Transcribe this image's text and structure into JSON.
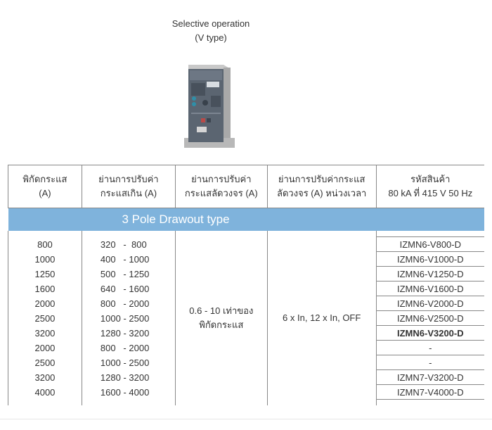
{
  "caption": {
    "line1": "Selective operation",
    "line2": "(V type)"
  },
  "headers": {
    "col1": {
      "line1": "พิกัดกระแส",
      "line2": "(A)"
    },
    "col2": {
      "line1": "ย่านการปรับค่า",
      "line2": "กระแสเกิน (A)"
    },
    "col3": {
      "line1": "ย่านการปรับค่า",
      "line2": "กระแสลัดวงจร (A)"
    },
    "col4": {
      "line1": "ย่านการปรับค่ากระแส",
      "line2": "ลัดวงจร (A) หน่วงเวลา"
    },
    "col5": {
      "line1": "รหัสสินค้า",
      "line2": "80 kA ที่ 415 V 50 Hz"
    }
  },
  "section_title": "3 Pole Drawout type",
  "merged": {
    "short_circuit": {
      "line1": "0.6 - 10 เท่าของ",
      "line2": "พิกัดกระแส"
    },
    "delay": "6 x In, 12 x In, OFF"
  },
  "rows": [
    {
      "rating": "800",
      "range": "320   -  800",
      "code": "IZMN6-V800-D"
    },
    {
      "rating": "1000",
      "range": "400   - 1000",
      "code": "IZMN6-V1000-D"
    },
    {
      "rating": "1250",
      "range": "500   - 1250",
      "code": "IZMN6-V1250-D"
    },
    {
      "rating": "1600",
      "range": "640   - 1600",
      "code": "IZMN6-V1600-D"
    },
    {
      "rating": "2000",
      "range": "800   - 2000",
      "code": "IZMN6-V2000-D"
    },
    {
      "rating": "2500",
      "range": "1000 - 2500",
      "code": "IZMN6-V2500-D"
    },
    {
      "rating": "3200",
      "range": "1280 - 3200",
      "code": "IZMN6-V3200-D"
    },
    {
      "rating": "2000",
      "range": "800   - 2000",
      "code": "-"
    },
    {
      "rating": "2500",
      "range": "1000 - 2500",
      "code": "-"
    },
    {
      "rating": "3200",
      "range": "1280 - 3200",
      "code": "IZMN7-V3200-D"
    },
    {
      "rating": "4000",
      "range": "1600 - 4000",
      "code": "IZMN7-V4000-D"
    }
  ]
}
